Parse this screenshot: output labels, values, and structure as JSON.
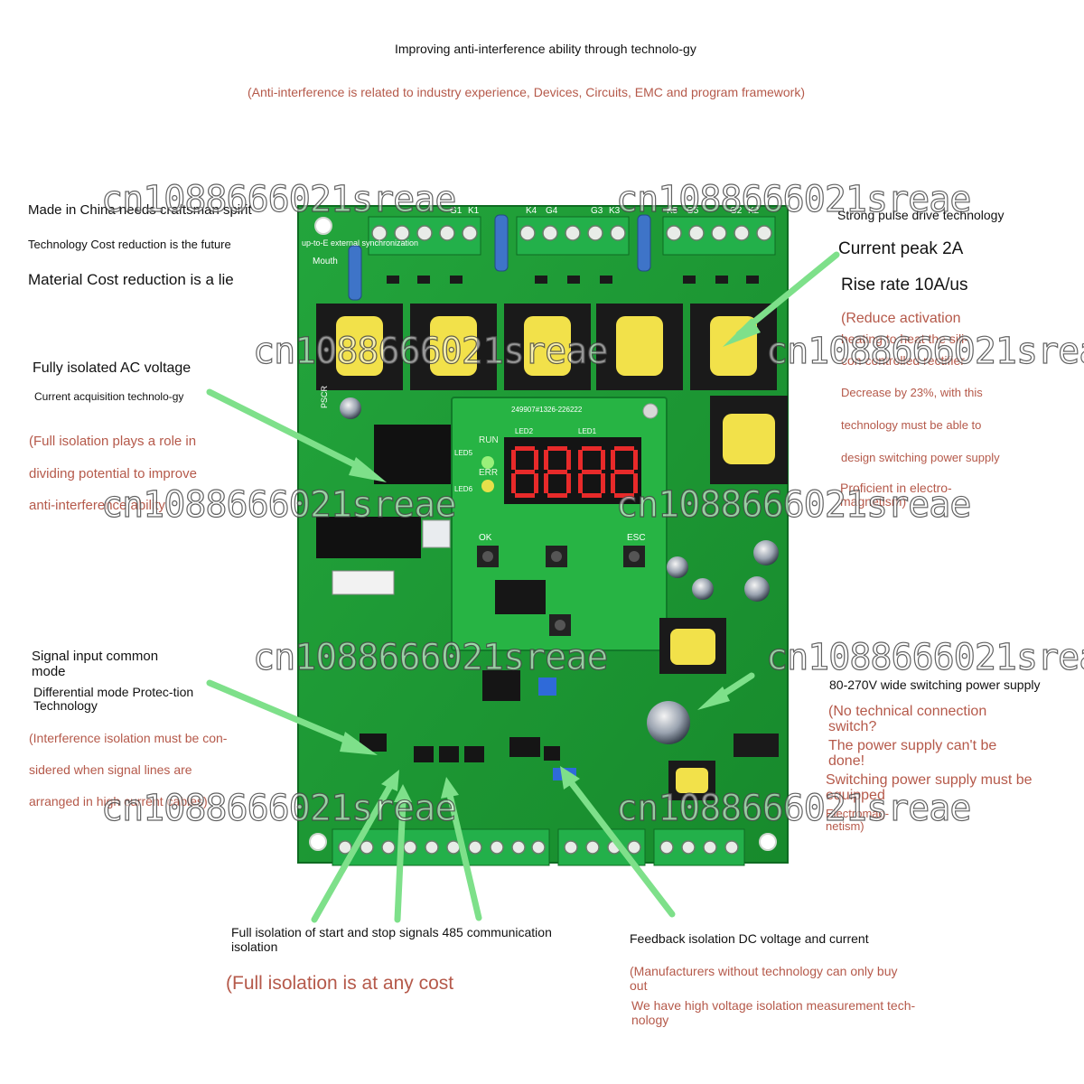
{
  "header": {
    "title": "Improving anti-interference ability through technolo-gy",
    "subtitle": "(Anti-interference is related to industry experience, Devices, Circuits, EMC and program framework)"
  },
  "left": {
    "made_in_china": "Made in China needs craftsman spirit",
    "tech_cost": "Technology Cost reduction is the future",
    "material_cost": "Material Cost reduction is a lie",
    "ac_voltage": "Fully isolated AC voltage",
    "current_acq": "Current acquisition technolo-gy",
    "full_iso_1": "(Full isolation plays a role in",
    "full_iso_2": "dividing potential to improve",
    "full_iso_3": "anti-interference ability",
    "signal_input": "Signal input common mode",
    "diff_mode": "Differential mode Protec-tion Technology",
    "interference_1": "(Interference isolation must be con-",
    "interference_2": "sidered when signal lines are",
    "interference_3": "arranged in high current cables)"
  },
  "right": {
    "pulse_drive": "Strong pulse drive technology",
    "current_peak": "Current peak 2A",
    "rise_rate": "Rise rate 10A/us",
    "reduce_1": "(Reduce activation",
    "reduce_2": "heating to heat the sili-",
    "reduce_3": "con controlled rectifier",
    "decrease": "Decrease by 23%, with this",
    "tech_must": "technology must be able to",
    "design_sps": "design switching power supply",
    "proficient": "Proficient in electro-magnetism)",
    "wide_sps": "80-270V wide switching power supply",
    "no_tech": "(No technical connection switch?",
    "power_cant": "The power supply can't be done!",
    "sps_must": "Switching power supply must be equipped",
    "electromag": "Electromag-netism)"
  },
  "bottom": {
    "start_stop": "Full isolation of start and stop signals 485 communication isolation",
    "any_cost": "(Full isolation is at any cost",
    "feedback": "Feedback isolation DC voltage and current",
    "manufacturers": "(Manufacturers without technology can only buy out",
    "high_voltage": "We have high voltage isolation measurement tech-nology"
  },
  "board": {
    "terminal_labels": [
      "G1",
      "K1",
      "K4",
      "G4",
      "G3",
      "K3",
      "K5",
      "G5",
      "G2",
      "K2"
    ],
    "led_labels": [
      "RUN",
      "ERR",
      "LED5",
      "LED6",
      "LED2",
      "LED1"
    ],
    "buttons": [
      "OK",
      "ESC"
    ],
    "display": "8.8.8.8",
    "silk_top": "up-to-E external synchronization",
    "silk_mouth": "Mouth",
    "silk_pscr": "PSCR",
    "silk_code": "249907#1326-226222",
    "colors": {
      "pcb": "#1f9a35",
      "transformer": "#f2e14a",
      "arrow": "#7ee08a"
    }
  },
  "watermark": "cn1088666021sreae"
}
